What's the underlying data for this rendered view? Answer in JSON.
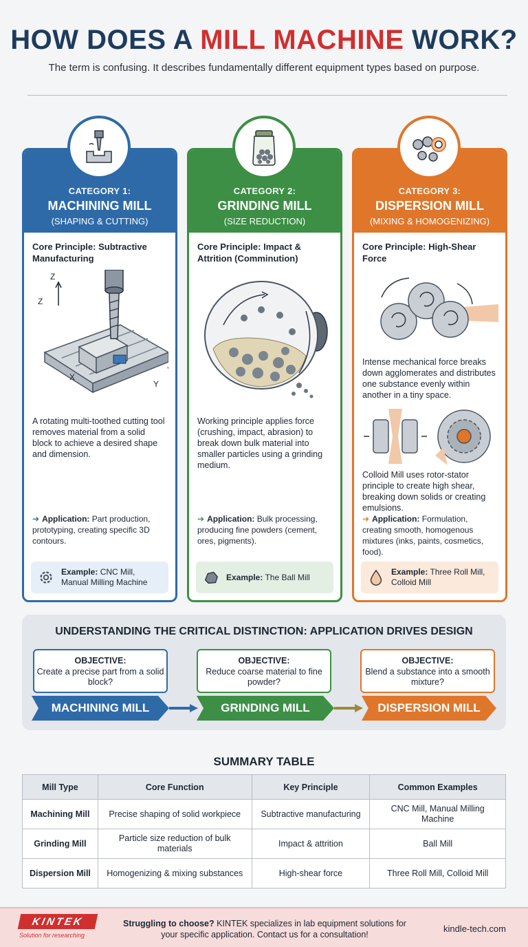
{
  "header": {
    "title_part1": "HOW DOES A ",
    "title_accent": "MILL MACHINE",
    "title_part2": " WORK?",
    "subtitle": "The term is confusing. It describes fundamentally different equipment types based on purpose."
  },
  "cards": [
    {
      "category": "CATEGORY 1:",
      "name": "MACHINING MILL",
      "sub": "(SHAPING & CUTTING)",
      "principle": "Core Principle: Subtractive Manufacturing",
      "description": "A rotating multi-toothed cutting tool removes material from a solid block to achieve a desired shape and dimension.",
      "application_label": "Application:",
      "application_text": " Part production, prototyping, creating specific 3D contours.",
      "example_label": "Example:",
      "example_text": " CNC Mill, Manual Milling Machine",
      "axis_z": "Z",
      "axis_x": "X",
      "axis_y": "Y",
      "icon": "milling-machine-icon",
      "color": "#2e6aa8",
      "example_bg": "#e6eef7"
    },
    {
      "category": "CATEGORY 2:",
      "name": "GRINDING MILL",
      "sub": "(SIZE REDUCTION)",
      "principle": "Core Principle: Impact & Attrition (Comminution)",
      "description": "Working principle applies force (crushing, impact, abrasion) to break down bulk material into smaller particles using a grinding medium.",
      "application_label": "Application:",
      "application_text": " Bulk processing, producing fine powders (cement, ores, pigments).",
      "example_label": "Example:",
      "example_text": " The Ball Mill",
      "icon": "jar-of-balls-icon",
      "color": "#3c8f45",
      "example_bg": "#e4efe3"
    },
    {
      "category": "CATEGORY 3:",
      "name": "DISPERSION MILL",
      "sub": "(MIXING & HOMOGENIZING)",
      "principle": "Core Principle: High-Shear Force",
      "description": "Intense mechanical force breaks down agglomerates and distributes one substance evenly within another in a tiny space.",
      "description2": "Colloid Mill uses rotor-stator principle to create high shear, breaking down solids or creating emulsions.",
      "application_label": "Application:",
      "application_text": " Formulation, creating smooth, homogenous mixtures (inks, paints, cosmetics, food).",
      "example_label": "Example:",
      "example_text": " Three Roll Mill, Colloid Mill",
      "icon": "rollers-icon",
      "color": "#e0762a",
      "example_bg": "#fbe9dc"
    }
  ],
  "distinction": {
    "title": "UNDERSTANDING THE CRITICAL DISTINCTION: APPLICATION DRIVES DESIGN",
    "objectives": [
      {
        "label": "OBJECTIVE:",
        "text": "Create a precise part from a solid block?",
        "mill": "MACHINING MILL"
      },
      {
        "label": "OBJECTIVE:",
        "text": "Reduce coarse material to fine powder?",
        "mill": "GRINDING MILL"
      },
      {
        "label": "OBJECTIVE:",
        "text": "Blend a substance into a smooth mixture?",
        "mill": "DISPERSION MILL"
      }
    ]
  },
  "summary": {
    "title": "SUMMARY TABLE",
    "headers": [
      "Mill Type",
      "Core Function",
      "Key Principle",
      "Common Examples"
    ],
    "rows": [
      [
        "Machining Mill",
        "Precise shaping of solid workpiece",
        "Subtractive manufacturing",
        "CNC Mill, Manual Milling Machine"
      ],
      [
        "Grinding Mill",
        "Particle size reduction of bulk materials",
        "Impact & attrition",
        "Ball Mill"
      ],
      [
        "Dispersion Mill",
        "Homogenizing & mixing substances",
        "High-shear force",
        "Three Roll Mill, Colloid Mill"
      ]
    ]
  },
  "footer": {
    "logo_text": "KINTEK",
    "logo_tagline": "Solution for researching",
    "cta_bold": "Struggling to choose?",
    "cta_text": " KINTEK specializes in lab equipment solutions for your specific application. Contact us for a consultation!",
    "url": "kindle-tech.com"
  }
}
